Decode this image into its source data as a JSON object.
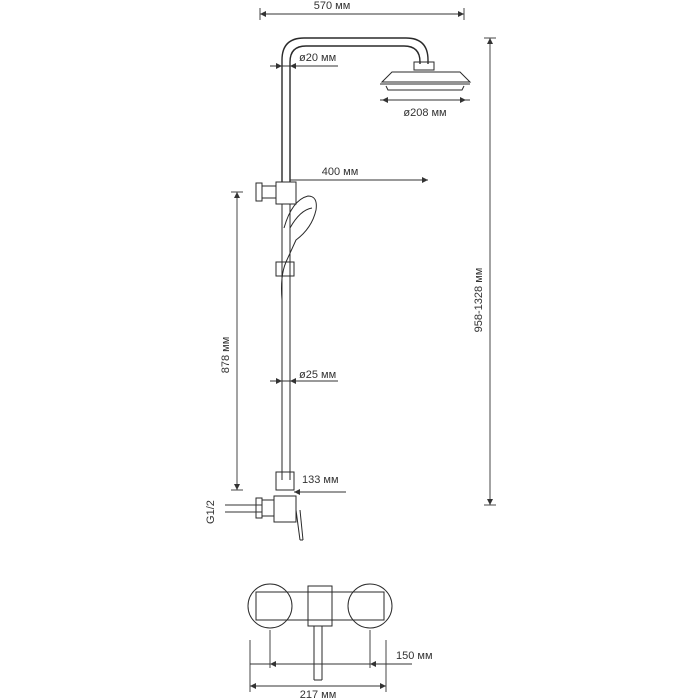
{
  "dimensions": {
    "overall_width": "570 мм",
    "pipe_diameter_top": "ø20 мм",
    "head_diameter": "ø208 мм",
    "arm_length": "400 мм",
    "height_range": "958-1328 мм",
    "rail_height": "878 мм",
    "rail_diameter": "ø25 мм",
    "slider_offset": "133 мм",
    "thread": "G1/2",
    "mixer_depth": "150 мм",
    "mixer_width": "217 мм"
  }
}
